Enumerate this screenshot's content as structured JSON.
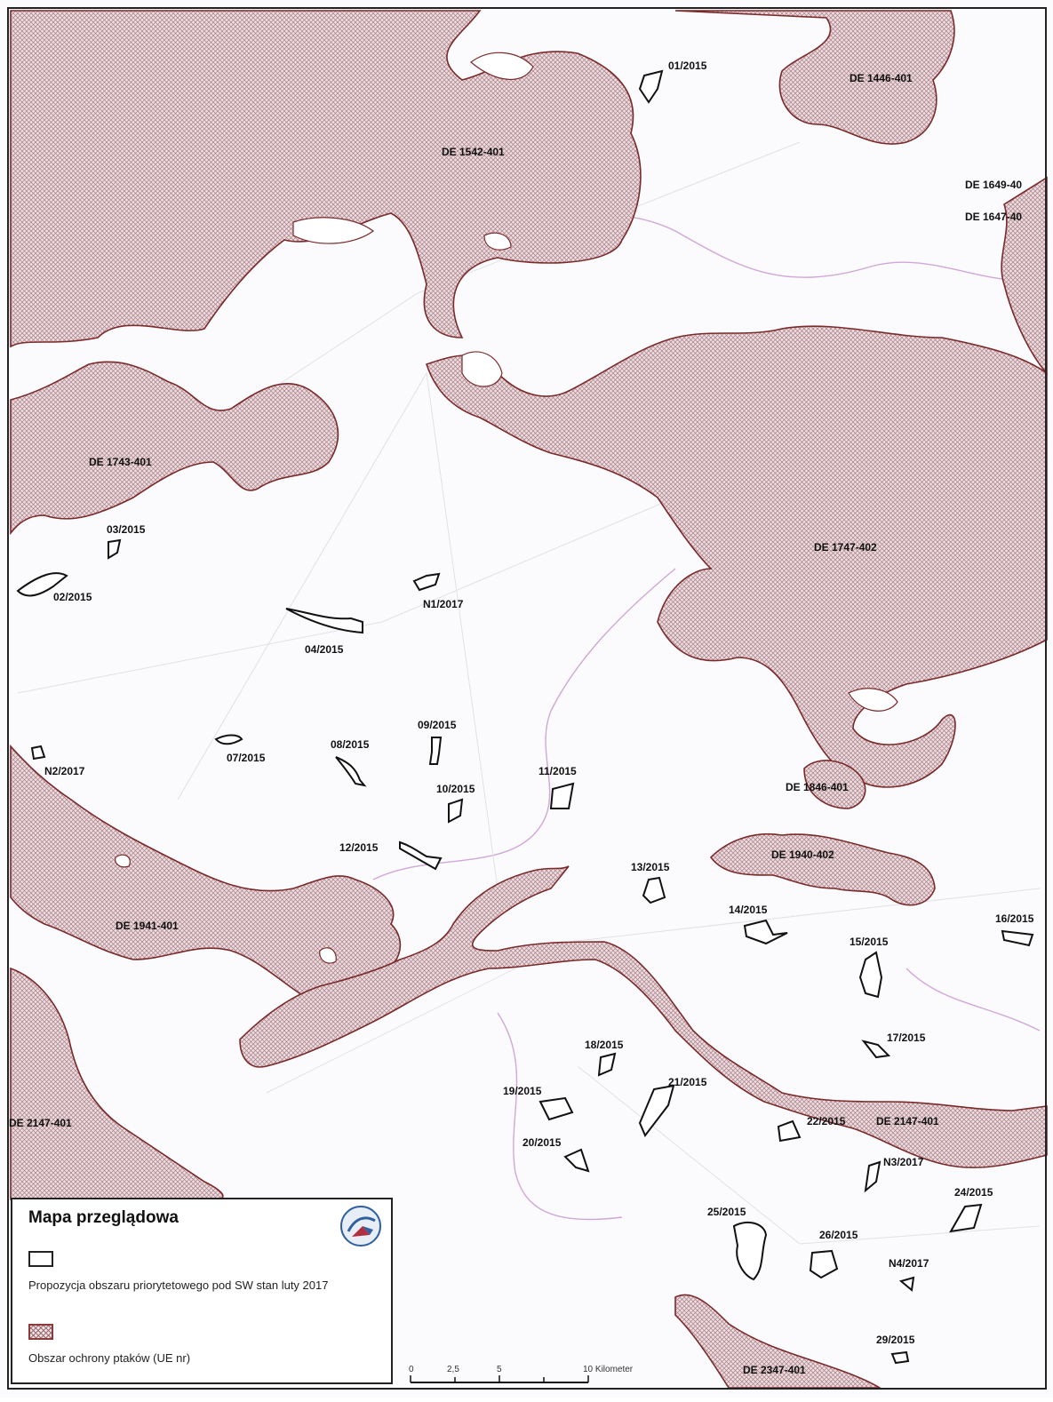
{
  "legend": {
    "title": "Mapa przeglądowa",
    "priority_area": "Propozycja obszaru priorytetowego pod SW stan luty 2017",
    "bird_area": "Obszar ochrony ptaków (UE nr)"
  },
  "scale": {
    "ticks": [
      "0",
      "2,5",
      "5",
      "10 Kilometer"
    ]
  },
  "bird_area_labels": {
    "de1446": "DE 1446-401",
    "de1542": "DE 1542-401",
    "de1649": "DE 1649-40",
    "de1647": "DE 1647-40",
    "de1743": "DE 1743-401",
    "de1747": "DE 1747-402",
    "de1846": "DE 1846-401",
    "de1940": "DE 1940-402",
    "de1941": "DE 1941-401",
    "de2147a": "DE 2147-401",
    "de2147b": "DE 2147-401",
    "de2347": "DE 2347-401"
  },
  "priority_labels": {
    "p01": "01/2015",
    "p02": "02/2015",
    "p03": "03/2015",
    "p04": "04/2015",
    "p07": "07/2015",
    "p08": "08/2015",
    "p09": "09/2015",
    "p10": "10/2015",
    "p11": "11/2015",
    "p12": "12/2015",
    "p13": "13/2015",
    "p14": "14/2015",
    "p15": "15/2015",
    "p16": "16/2015",
    "p17": "17/2015",
    "p18": "18/2015",
    "p19": "19/2015",
    "p20": "20/2015",
    "p21": "21/2015",
    "p22": "22/2015",
    "p24": "24/2015",
    "p25": "25/2015",
    "p26": "26/2015",
    "p29": "29/2015",
    "n1": "N1/2017",
    "n2": "N2/2017",
    "n3": "N3/2017",
    "n4": "N4/2017"
  },
  "colors": {
    "bird_fill": "#eddde0",
    "bird_hatch": "#9c6a70",
    "bird_outline": "#7a2a2a",
    "boundary": "#c8a0d0",
    "priority_outline": "#111111"
  }
}
